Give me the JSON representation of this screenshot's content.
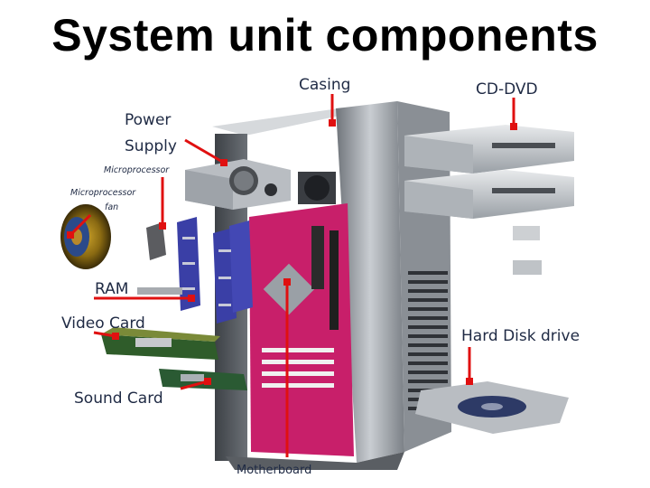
{
  "title": "System unit components",
  "labels": {
    "casing": "Casing",
    "cd_dvd": "CD-DVD",
    "power_supply_line1": "Power",
    "power_supply_line2": "Supply",
    "microprocessor": "Microprocessor",
    "microprocessor_fan_line1": "Microprocessor",
    "microprocessor_fan_line2": "fan",
    "ram": "RAM",
    "video_card": "Video Card",
    "sound_card": "Sound Card",
    "hard_disk_drive": "Hard Disk drive",
    "motherboard": "Motherboard"
  },
  "colors": {
    "leader": "#e01010",
    "label_text": "#1f2a44",
    "motherboard": "#c81f6a",
    "case_metal": "#8e9399",
    "ram": "#3a3fa6"
  }
}
